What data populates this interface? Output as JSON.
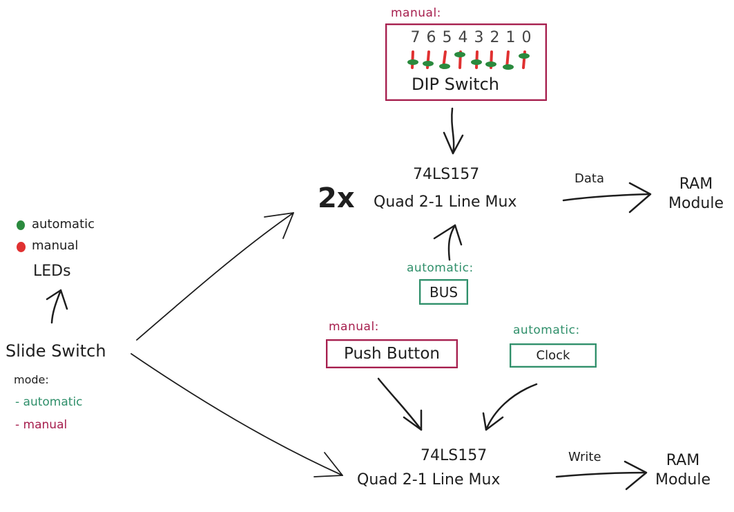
{
  "colors": {
    "automatic": "#2f8f6a",
    "manual": "#a61e4d",
    "ink": "#1e1e1e",
    "led_green": "#2b8a3e",
    "led_red": "#e03131"
  },
  "dip": {
    "mode_label": "manual:",
    "bit_labels": [
      "7",
      "6",
      "5",
      "4",
      "3",
      "2",
      "1",
      "0"
    ],
    "title": "DIP Switch"
  },
  "mux_top": {
    "multiplier": "2x",
    "chip": "74LS157",
    "name": "Quad 2-1 Line Mux",
    "output_label": "Data",
    "target": [
      "RAM",
      "Module"
    ]
  },
  "bus": {
    "mode_label": "automatic:",
    "label": "BUS"
  },
  "legend": {
    "items": [
      {
        "label": "automatic",
        "color": "#2b8a3e"
      },
      {
        "label": "manual",
        "color": "#e03131"
      }
    ],
    "title": "LEDs"
  },
  "slide_switch": {
    "title": "Slide Switch",
    "mode_label": "mode:",
    "modes": [
      "- automatic",
      "- manual"
    ]
  },
  "push_button": {
    "mode_label": "manual:",
    "label": "Push Button"
  },
  "clock": {
    "mode_label": "automatic:",
    "label": "Clock"
  },
  "mux_bottom": {
    "chip": "74LS157",
    "name": "Quad 2-1 Line Mux",
    "output_label": "Write",
    "target": [
      "RAM",
      "Module"
    ]
  }
}
